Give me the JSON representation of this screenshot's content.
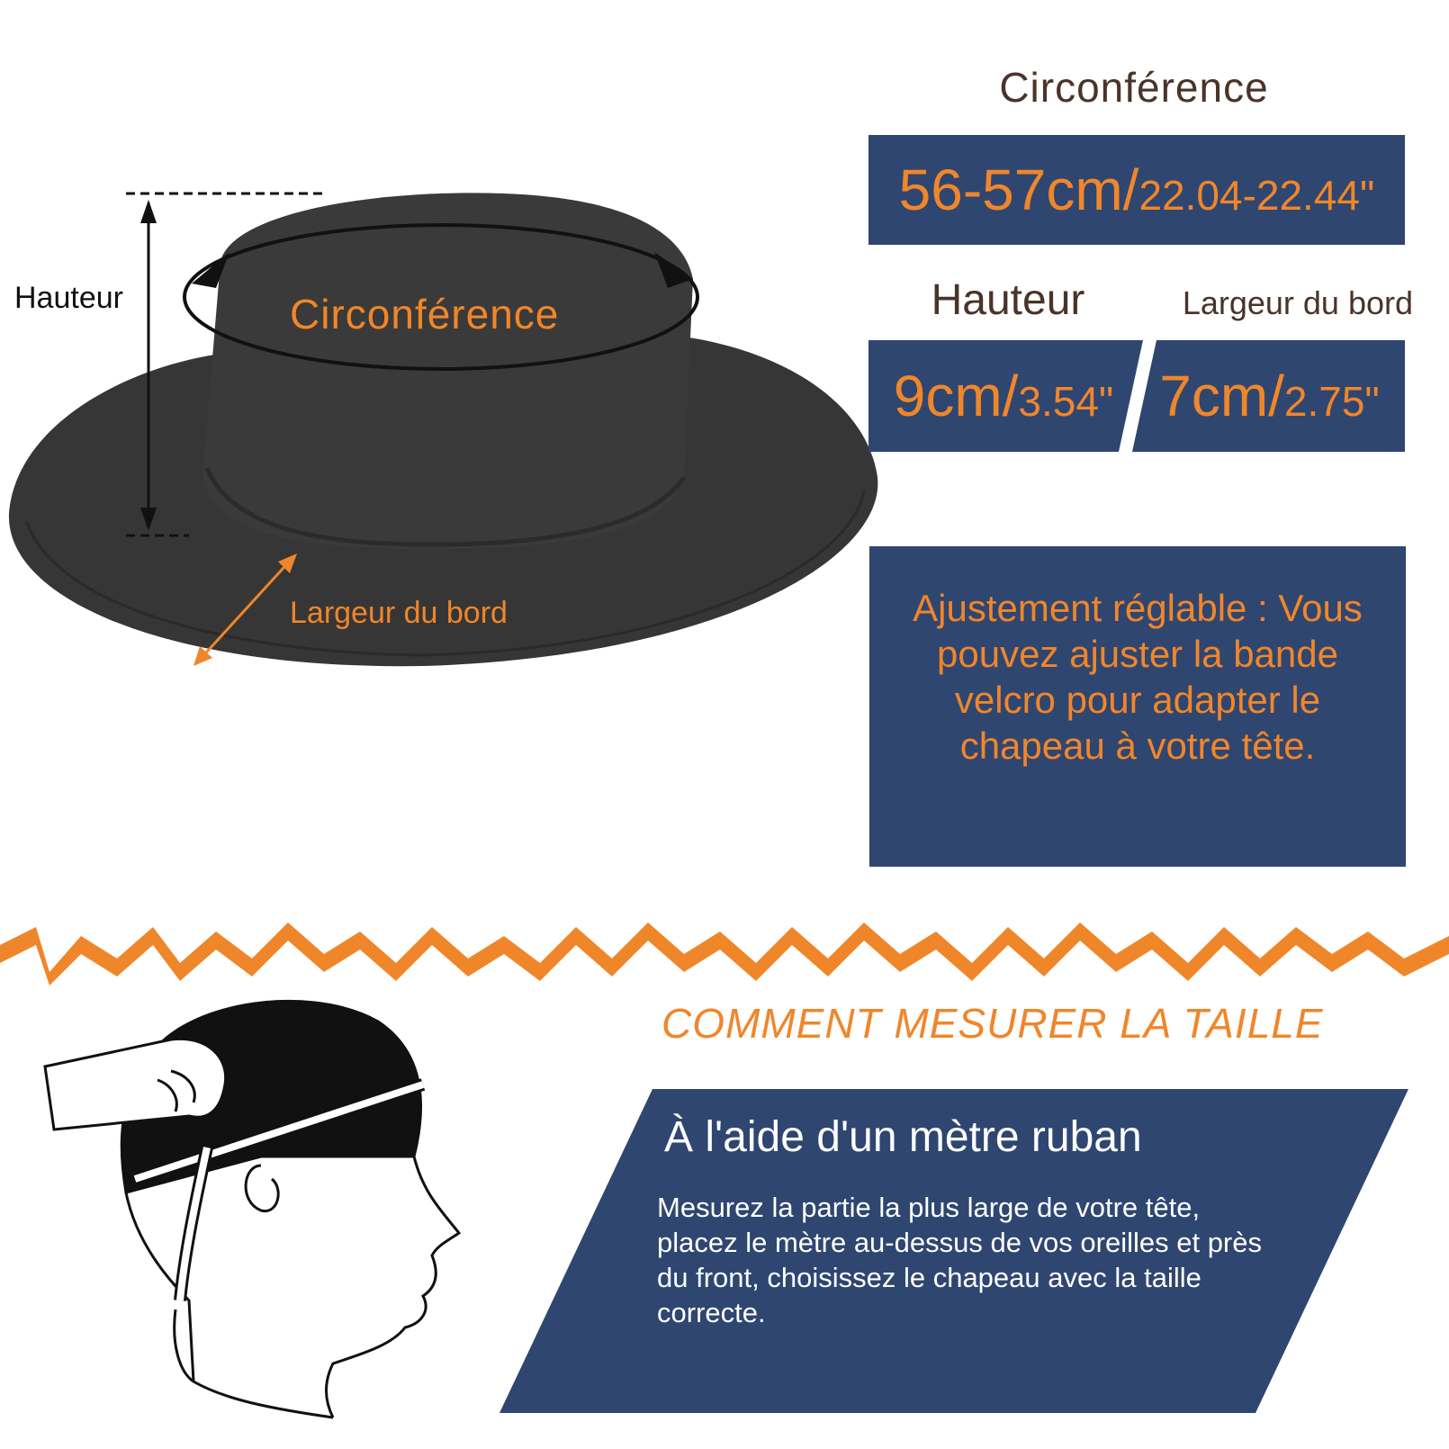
{
  "diagram": {
    "height_label": "Hauteur",
    "circumference_label": "Circonférence",
    "brim_label": "Largeur du bord"
  },
  "specs": {
    "circumference_heading": "Circonférence",
    "circumference_value_cm": "56-57cm/",
    "circumference_value_in": "22.04-22.44\"",
    "height_heading": "Hauteur",
    "brim_heading": "Largeur du bord",
    "height_value_cm": "9cm/",
    "height_value_in": "3.54\"",
    "brim_value_cm": "7cm/",
    "brim_value_in": "2.75\""
  },
  "adjustment": {
    "text": "Ajustement réglable : Vous pouvez ajuster la bande velcro pour adapter le chapeau à votre tête."
  },
  "howto": {
    "heading": "COMMENT MESURER LA TAILLE",
    "subtitle": "À l'aide d'un mètre ruban",
    "text": "Mesurez la partie la plus large de votre tête, placez le mètre au-dessus de vos oreilles et près du front, choisissez le chapeau avec la taille correcte."
  },
  "colors": {
    "navy": "#2f4670",
    "orange": "#f0862a",
    "brown": "#4a3328",
    "hat": "#333333"
  },
  "icons": {
    "hat": "hat-icon",
    "head": "head-measuring-icon"
  }
}
